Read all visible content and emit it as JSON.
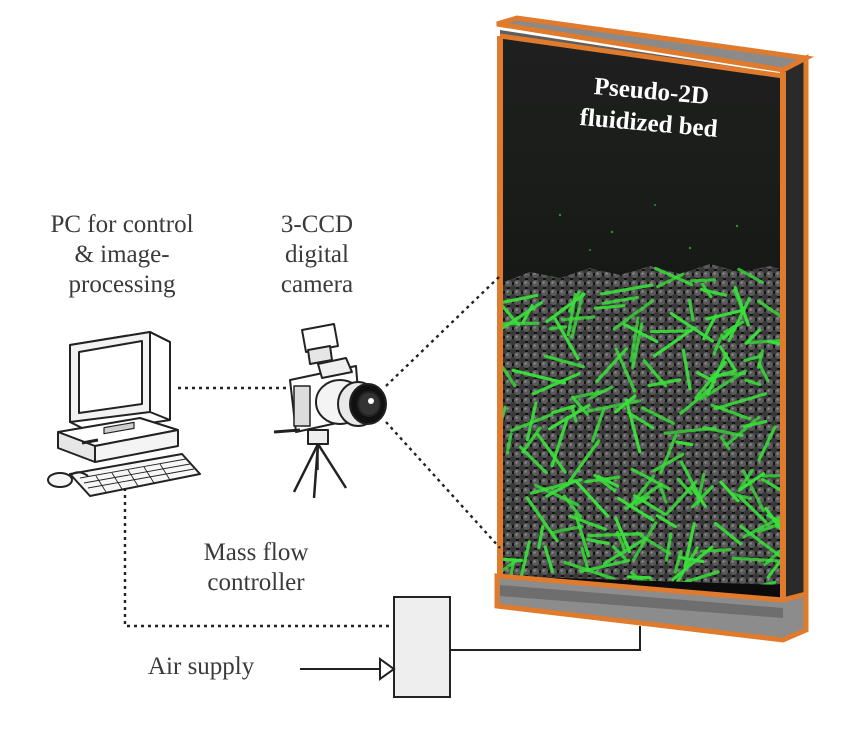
{
  "labels": {
    "pc_line1": "PC for control",
    "pc_line2": "& image-",
    "pc_line3": "processing",
    "camera_line1": "3-CCD",
    "camera_line2": "digital",
    "camera_line3": "camera",
    "bed_line1": "Pseudo-2D",
    "bed_line2": "fluidized bed",
    "mfc_line1": "Mass flow",
    "mfc_line2": "controller",
    "air": "Air supply"
  },
  "colors": {
    "frame": "#e07a2c",
    "bed_top": "#1f1f1f",
    "bed_bottom": "#0b0b0b",
    "particles": "#5a5a5a",
    "fibres": "#39e03a",
    "line": "#222222",
    "label": "#3a3a3a"
  },
  "icons": {
    "pc": "desktop-computer-icon",
    "camera": "camera-on-tripod-icon"
  }
}
